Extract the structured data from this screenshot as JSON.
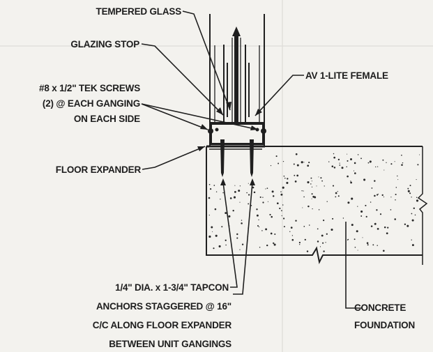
{
  "labels": {
    "tempered_glass": "TEMPERED GLASS",
    "glazing_stop": "GLAZING STOP",
    "av_female": "AV 1-LITE FEMALE",
    "tek_screws": [
      "#8 x 1/2\" TEK SCREWS",
      "(2) @ EACH GANGING",
      "ON EACH SIDE"
    ],
    "floor_expander": "FLOOR EXPANDER",
    "tapcon": [
      "1/4\" DIA. x 1-3/4\" TAPCON",
      "ANCHORS STAGGERED @ 16\"",
      "C/C ALONG FLOOR EXPANDER",
      "BETWEEN UNIT GANGINGS"
    ],
    "concrete": [
      "CONCRETE",
      "FOUNDATION"
    ]
  },
  "colors": {
    "paper": "#f3f2ee",
    "ink": "#1f1f1f"
  }
}
